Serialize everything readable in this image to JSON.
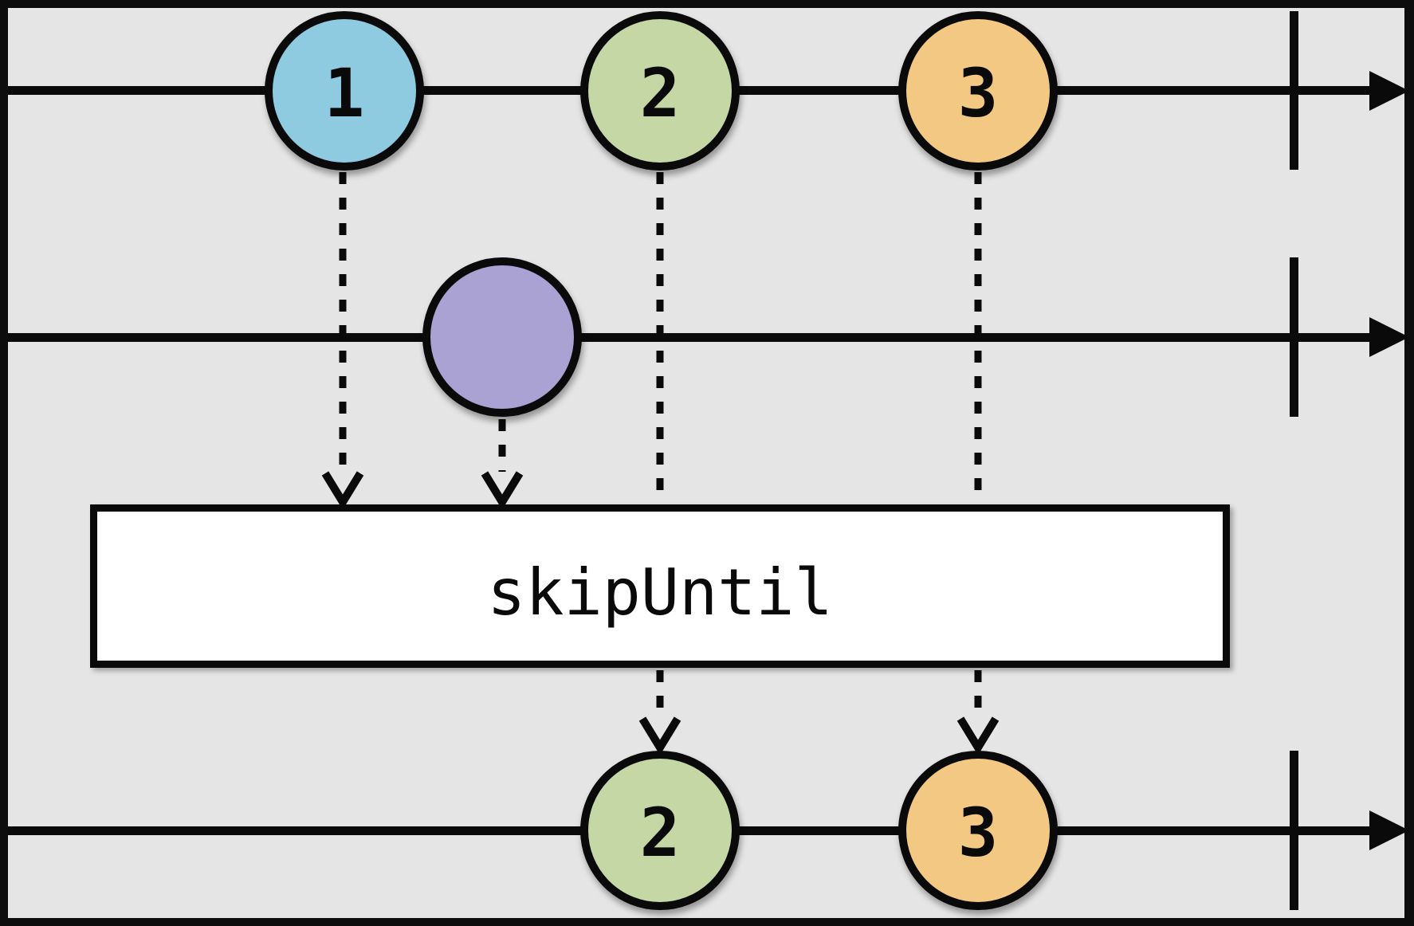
{
  "diagram": {
    "operator": {
      "label": "skipUntil"
    },
    "colors": {
      "frame": "#0d0d0d",
      "background": "#e5e5e5",
      "stroke": "#0a0a0a",
      "operator_box_fill": "#ffffff",
      "marble_blue": "#8ecbe1",
      "marble_green": "#c4d7a4",
      "marble_orange": "#f2c883",
      "marble_purple": "#aaa2d3"
    },
    "timelines": {
      "source": {
        "marbles": [
          {
            "label": "1",
            "fill": "#8ecbe1"
          },
          {
            "label": "2",
            "fill": "#c4d7a4"
          },
          {
            "label": "3",
            "fill": "#f2c883"
          }
        ],
        "completed": true
      },
      "notifier": {
        "marbles": [
          {
            "label": "",
            "fill": "#aaa2d3"
          }
        ],
        "completed": true
      },
      "output": {
        "marbles": [
          {
            "label": "2",
            "fill": "#c4d7a4"
          },
          {
            "label": "3",
            "fill": "#f2c883"
          }
        ],
        "completed": true
      }
    }
  }
}
